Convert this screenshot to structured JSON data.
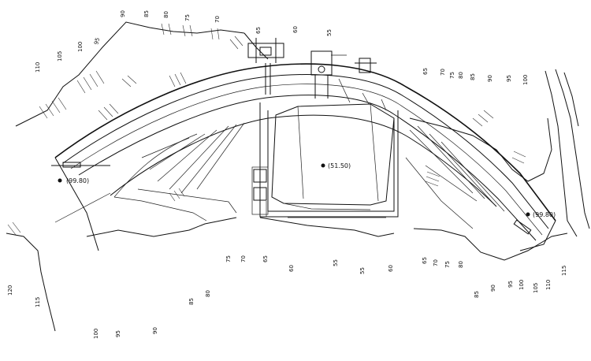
{
  "contour_labels": {
    "left": [
      "110",
      "105",
      "100",
      "95",
      "90",
      "85",
      "80",
      "75",
      "70",
      "65",
      "60",
      "55"
    ],
    "right": [
      "65",
      "70",
      "75",
      "80",
      "85",
      "90",
      "95",
      "100"
    ],
    "bottom": [
      "120",
      "115",
      "100",
      "95",
      "90",
      "85",
      "80",
      "75",
      "70",
      "65",
      "60",
      "55",
      "55",
      "60"
    ],
    "bottom_right": [
      "65",
      "70",
      "75",
      "80",
      "85",
      "90",
      "95",
      "100",
      "105",
      "110",
      "115"
    ]
  },
  "elevations": {
    "left_abutment": "(99.80)",
    "center_block": "(51.50)",
    "right_abutment": "(99.80)"
  }
}
